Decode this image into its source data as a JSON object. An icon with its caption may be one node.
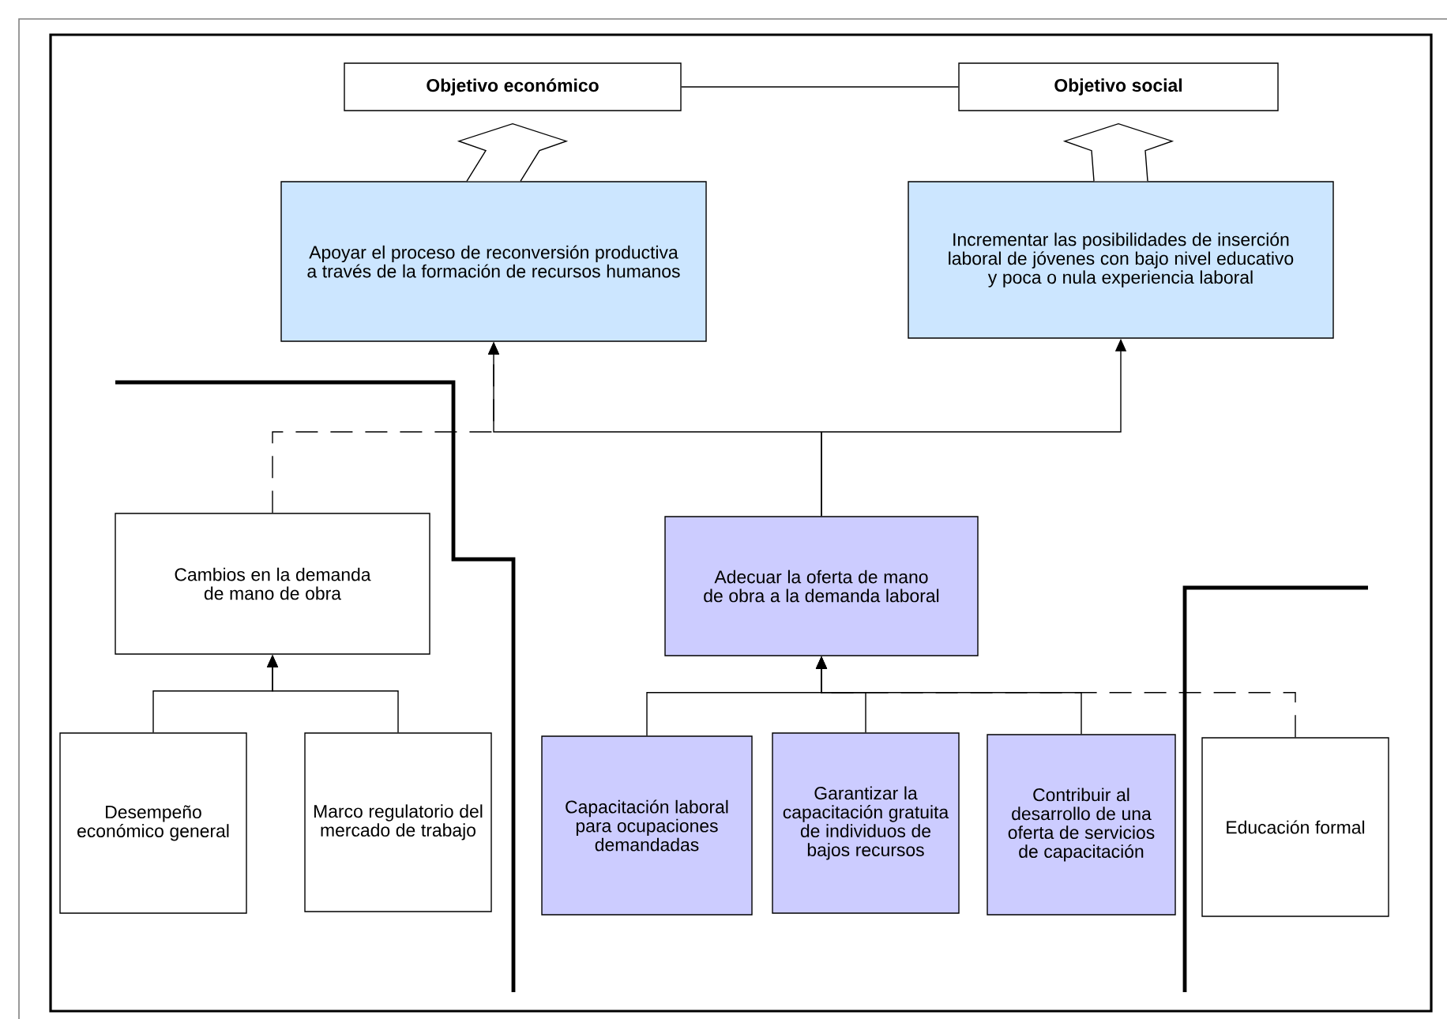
{
  "diagram": {
    "nodes": [
      {
        "text": [
          "Objetivo económico"
        ]
      },
      {
        "text": [
          "Objetivo social"
        ]
      },
      {
        "text": [
          "Apoyar el proceso de reconversión productiva a través de la formación de recursos humanos"
        ]
      },
      {
        "text": [
          "Incrementar las posibilidades de inserción laboral de jóvenes con bajo nivel educativo y poca o nula experiencia laboral"
        ]
      },
      {
        "text": [
          "Cambios en la demanda de mano de obra"
        ]
      },
      {
        "text": [
          "Adecuar la oferta de mano de obra a la demanda laboral"
        ]
      },
      {
        "text": [
          "Desempeño económico general"
        ]
      },
      {
        "text": [
          "Marco regulatorio del mercado de trabajo"
        ]
      },
      {
        "text": [
          "Capacitación laboral para ocupaciones demandadas"
        ]
      },
      {
        "text": [
          "Garantizar la capacitación gratuita de individuos de bajos recursos"
        ]
      },
      {
        "text": [
          "Contribuir al desarrollo de una oferta de servicios de capacitación"
        ]
      },
      {
        "text": [
          "Educación formal"
        ]
      }
    ],
    "edges": [
      {
        "from": 0,
        "to": 1,
        "arrow": "none"
      },
      {
        "from": 2,
        "to": 0,
        "arrow": "to",
        "style": "thick"
      },
      {
        "from": 3,
        "to": 1,
        "arrow": "to",
        "style": "thick"
      },
      {
        "from": 5,
        "to": 2,
        "arrow": "to"
      },
      {
        "from": 5,
        "to": 3,
        "arrow": "to"
      },
      {
        "from": 4,
        "to": 2,
        "arrow": "to",
        "style": "dashed"
      },
      {
        "from": 6,
        "to": 4,
        "arrow": "to"
      },
      {
        "from": 7,
        "to": 4,
        "arrow": "to"
      },
      {
        "from": 8,
        "to": 5,
        "arrow": "to"
      },
      {
        "from": 9,
        "to": 5,
        "arrow": "to"
      },
      {
        "from": 10,
        "to": 5,
        "arrow": "to"
      },
      {
        "from": 11,
        "to": 5,
        "arrow": "to",
        "style": "dashed"
      }
    ]
  }
}
